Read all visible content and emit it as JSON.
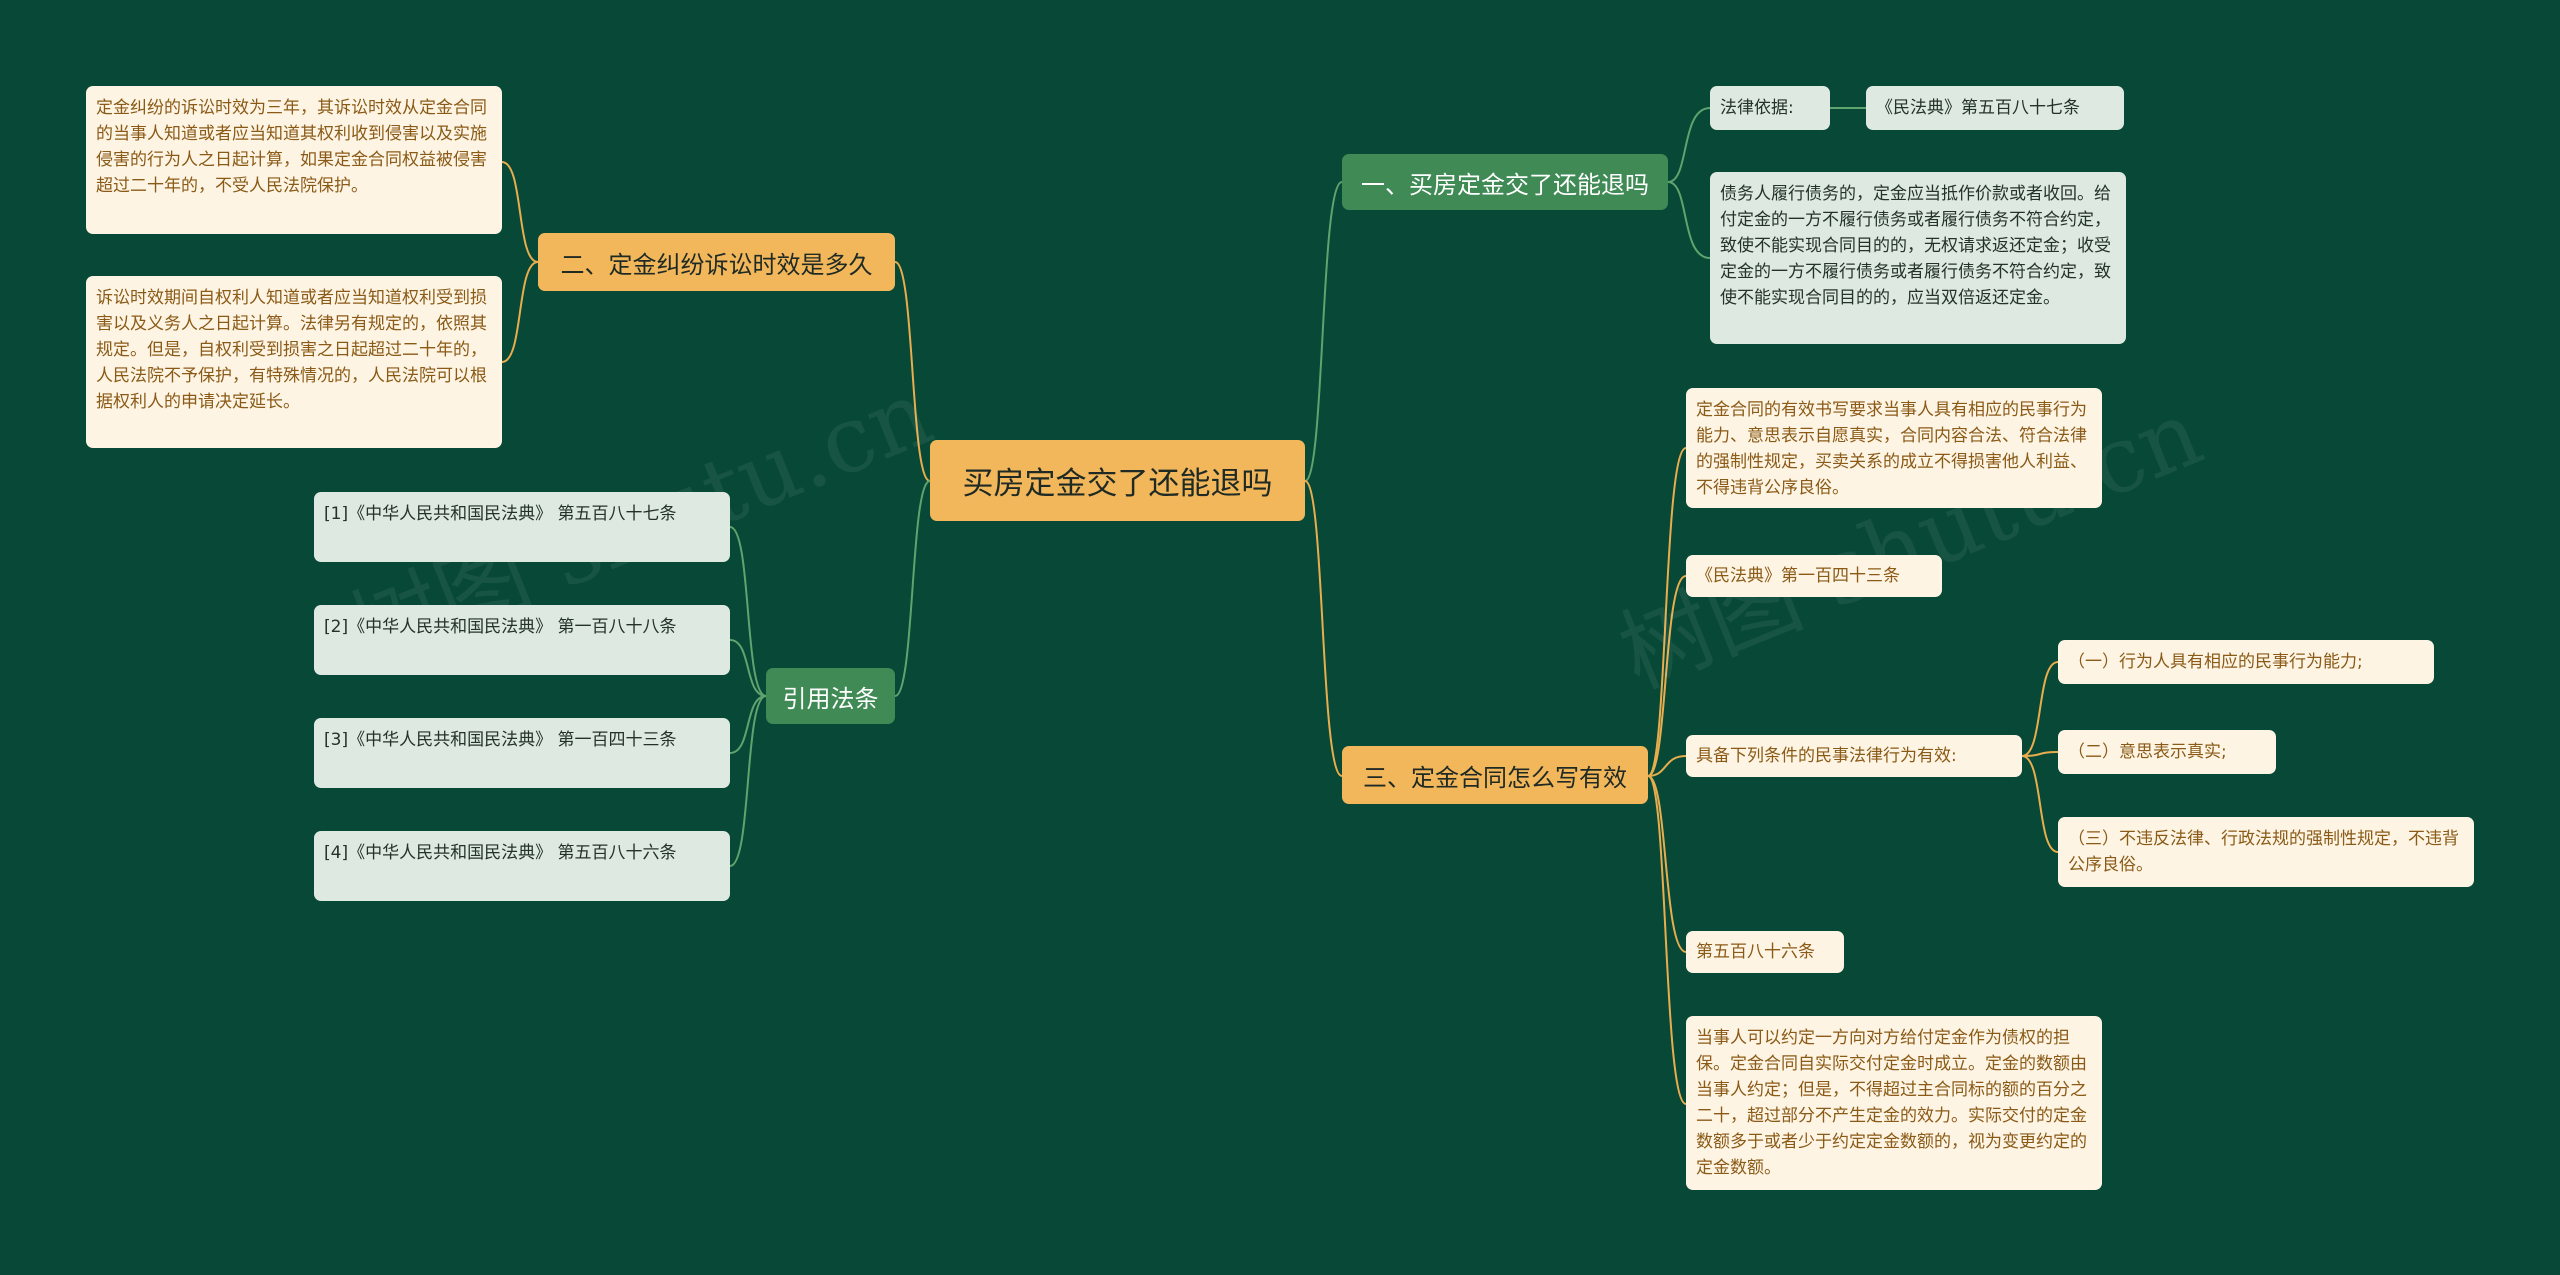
{
  "root": "买房定金交了还能退吗",
  "branches": {
    "b1": {
      "label": "一、买房定金交了还能退吗",
      "legal_basis_label": "法律依据:",
      "legal_basis_value": "《民法典》第五百八十七条",
      "text": "债务人履行债务的，定金应当抵作价款或者收回。给付定金的一方不履行债务或者履行债务不符合约定，致使不能实现合同目的的，无权请求返还定金；收受定金的一方不履行债务或者履行债务不符合约定，致使不能实现合同目的的，应当双倍返还定金。"
    },
    "b2": {
      "label": "二、定金纠纷诉讼时效是多久",
      "text1": "定金纠纷的诉讼时效为三年，其诉讼时效从定金合同的当事人知道或者应当知道其权利收到侵害以及实施侵害的行为人之日起计算，如果定金合同权益被侵害超过二十年的，不受人民法院保护。",
      "text2": "诉讼时效期间自权利人知道或者应当知道权利受到损害以及义务人之日起计算。法律另有规定的，依照其规定。但是，自权利受到损害之日起超过二十年的，人民法院不予保护，有特殊情况的，人民法院可以根据权利人的申请决定延长。"
    },
    "b3": {
      "label": "三、定金合同怎么写有效",
      "text1": "定金合同的有效书写要求当事人具有相应的民事行为能力、意思表示自愿真实，合同内容合法、符合法律的强制性规定，买卖关系的成立不得损害他人利益、不得违背公序良俗。",
      "law1": "《民法典》第一百四十三条",
      "conditions_label": "具备下列条件的民事法律行为有效:",
      "conditions": [
        "（一）行为人具有相应的民事行为能力;",
        "（二）意思表示真实;",
        "（三）不违反法律、行政法规的强制性规定，不违背公序良俗。"
      ],
      "law2": "第五百八十六条",
      "text2": "当事人可以约定一方向对方给付定金作为债权的担保。定金合同自实际交付定金时成立。定金的数额由当事人约定；但是，不得超过主合同标的额的百分之二十，超过部分不产生定金的效力。实际交付的定金数额多于或者少于约定定金数额的，视为变更约定的定金数额。"
    },
    "refs": {
      "label": "引用法条",
      "items": [
        "[1]《中华人民共和国民法典》 第五百八十七条",
        "[2]《中华人民共和国民法典》 第一百八十八条",
        "[3]《中华人民共和国民法典》 第一百四十三条",
        "[4]《中华人民共和国民法典》 第五百八十六条"
      ]
    }
  },
  "watermark": "树图 shutu.cn",
  "colors": {
    "background": "#074836",
    "orange_line": "#e7ad4e",
    "green_line": "#5fa36e",
    "orange_node": "#f2b75b",
    "green_node": "#3f8a55"
  }
}
